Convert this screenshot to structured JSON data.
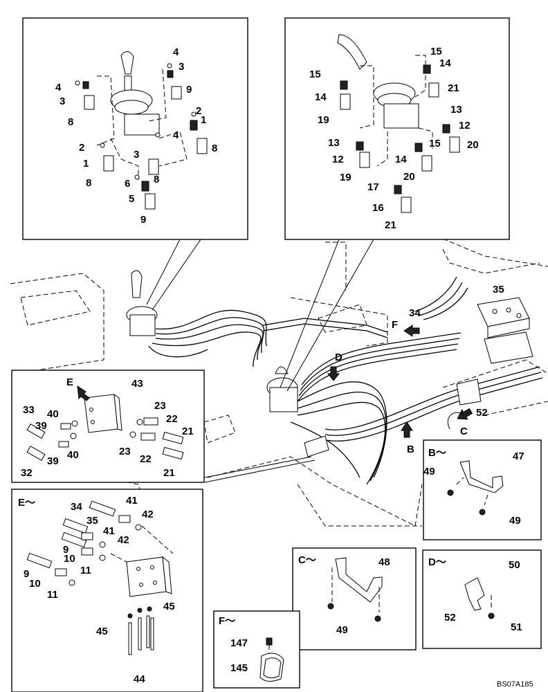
{
  "drawing_code": "BS07A185",
  "detail_titles": {
    "e_top": "E",
    "e_tilde": "E～",
    "b": "B～",
    "c": "C～",
    "d": "D～",
    "f": "F～"
  },
  "view_letters": {
    "b": "B",
    "c": "C",
    "d": "D",
    "f": "F"
  },
  "callouts": {
    "left_inset": [
      "4",
      "3",
      "9",
      "4",
      "3",
      "8",
      "2",
      "1",
      "2",
      "4",
      "1",
      "3",
      "8",
      "8",
      "6",
      "8",
      "5",
      "9"
    ],
    "right_inset": [
      "15",
      "14",
      "15",
      "14",
      "21",
      "19",
      "13",
      "12",
      "13",
      "15",
      "12",
      "20",
      "14",
      "19",
      "20",
      "17",
      "16",
      "21"
    ],
    "main": [
      "35",
      "34",
      "52"
    ],
    "e_top": [
      "43",
      "33",
      "40",
      "39",
      "23",
      "22",
      "21",
      "23",
      "22",
      "21",
      "40",
      "39",
      "32"
    ],
    "e_tilde": [
      "34",
      "41",
      "42",
      "35",
      "41",
      "42",
      "9",
      "10",
      "11",
      "9",
      "10",
      "11",
      "45",
      "45",
      "44"
    ],
    "b": [
      "47",
      "49",
      "49"
    ],
    "c": [
      "48",
      "49"
    ],
    "d": [
      "50",
      "52",
      "51"
    ],
    "f": [
      "147",
      "145"
    ]
  }
}
